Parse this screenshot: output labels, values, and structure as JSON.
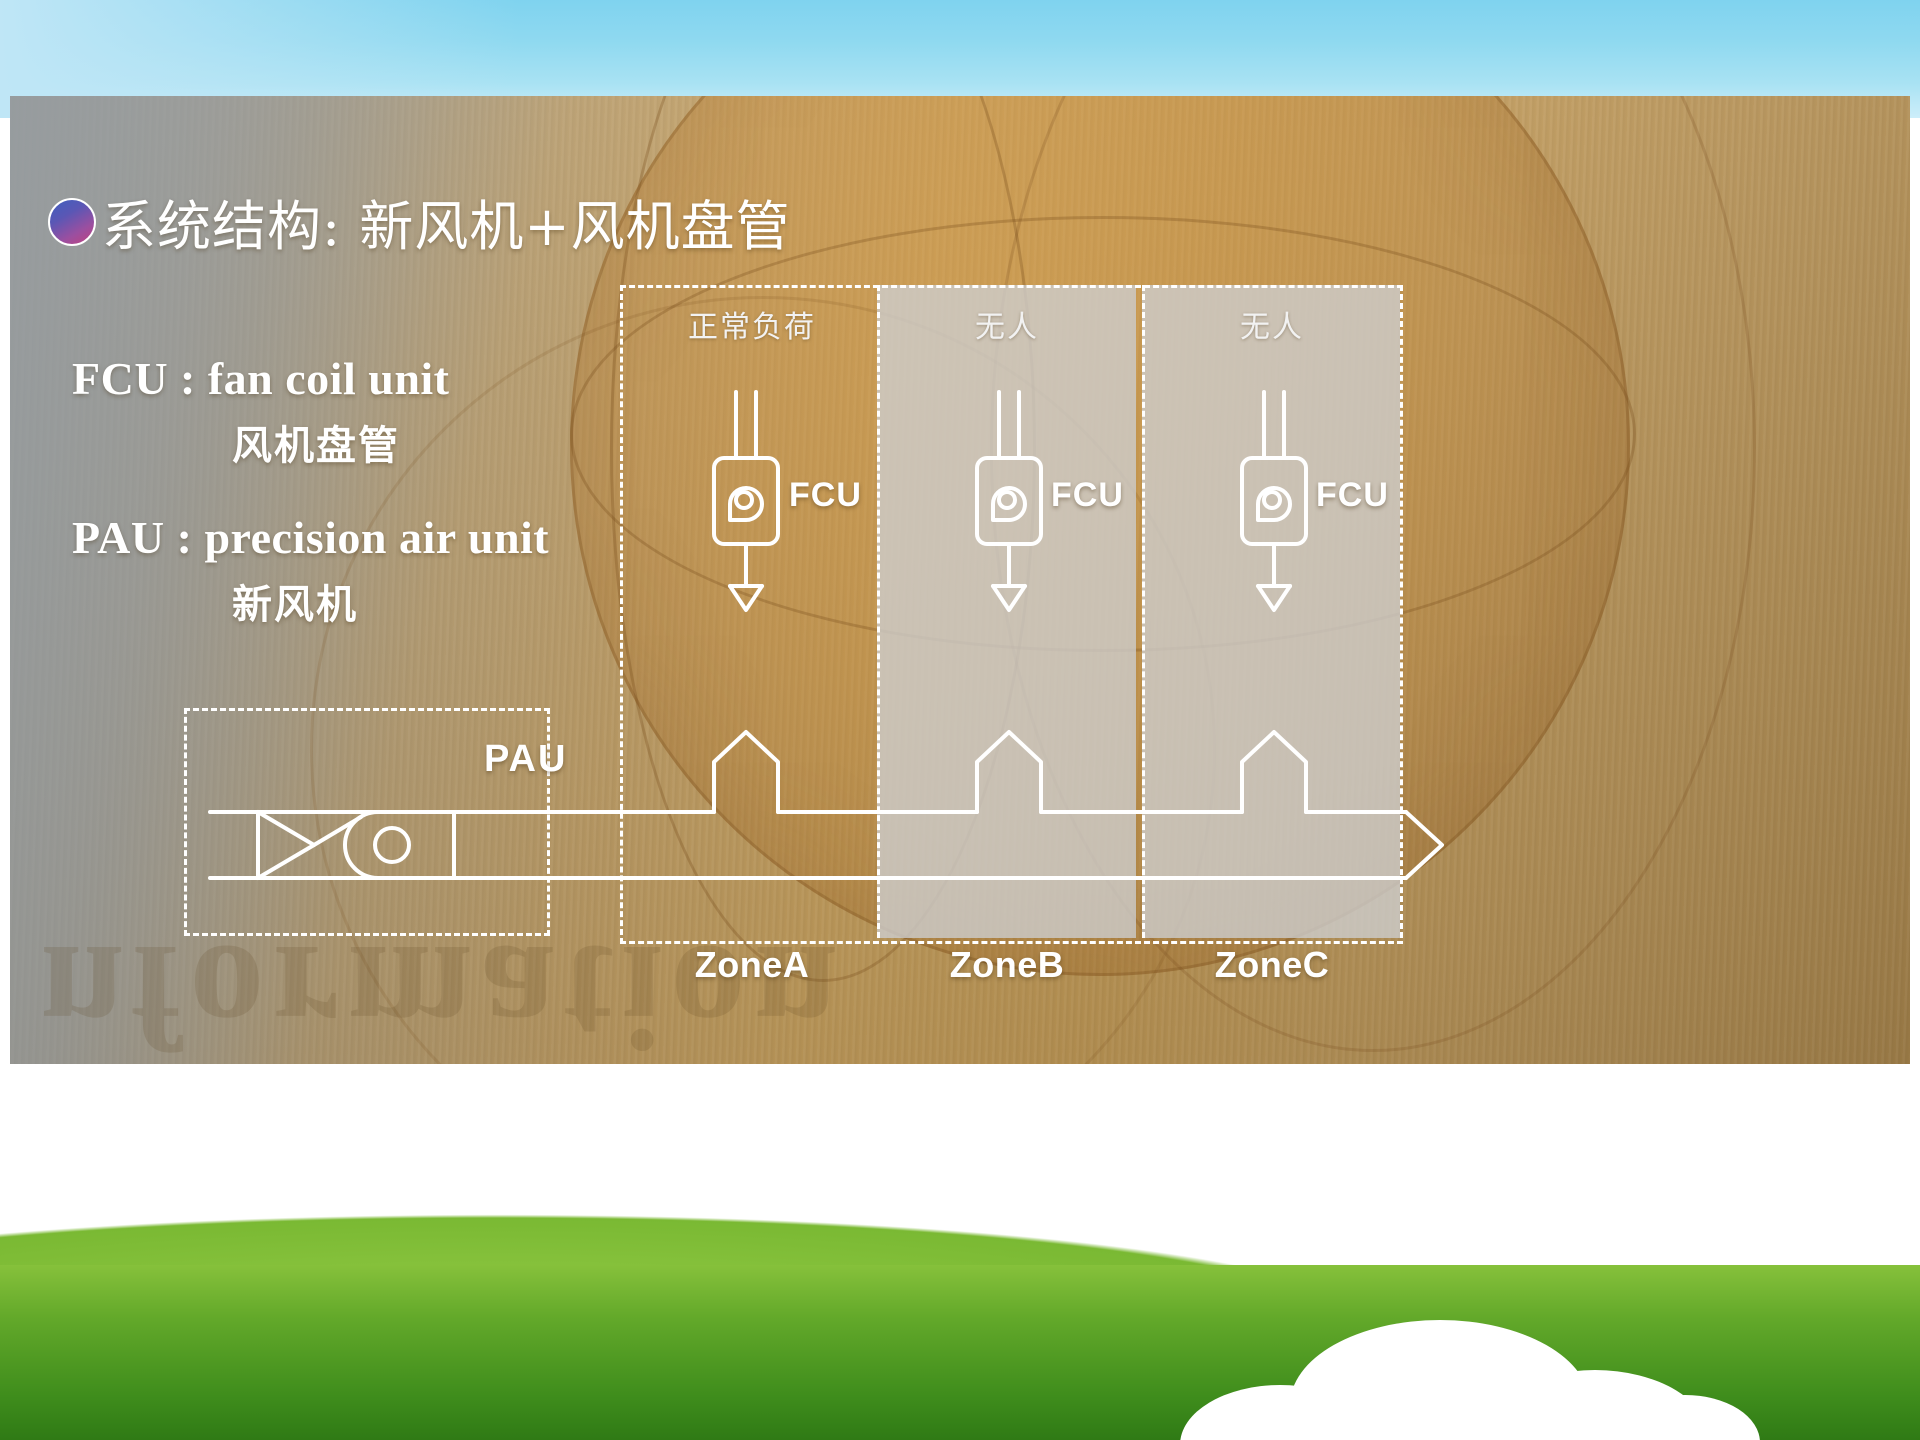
{
  "slide": {
    "title": "系统结构: 新风机+风机盘管",
    "title_bullet_colors": {
      "start": "#3f5fbf",
      "end": "#c0427e"
    },
    "watermark_text": "nformation"
  },
  "legend": {
    "items": [
      {
        "abbr_line": "FCU :  fan coil unit",
        "cn": "风机盘管"
      },
      {
        "abbr_line": "PAU :  precision air unit",
        "cn": "新风机"
      }
    ]
  },
  "diagram": {
    "pau": {
      "label": "PAU"
    },
    "zones": [
      {
        "name": "ZoneA",
        "status": "正常负荷",
        "unit_label": "FCU",
        "shaded": false
      },
      {
        "name": "ZoneB",
        "status": "无人",
        "unit_label": "FCU",
        "shaded": true
      },
      {
        "name": "ZoneC",
        "status": "无人",
        "unit_label": "FCU",
        "shaded": true
      }
    ],
    "colors": {
      "line": "#ffffff",
      "shade": "#cdcdcd",
      "zone_divider": "#ffffff"
    }
  }
}
